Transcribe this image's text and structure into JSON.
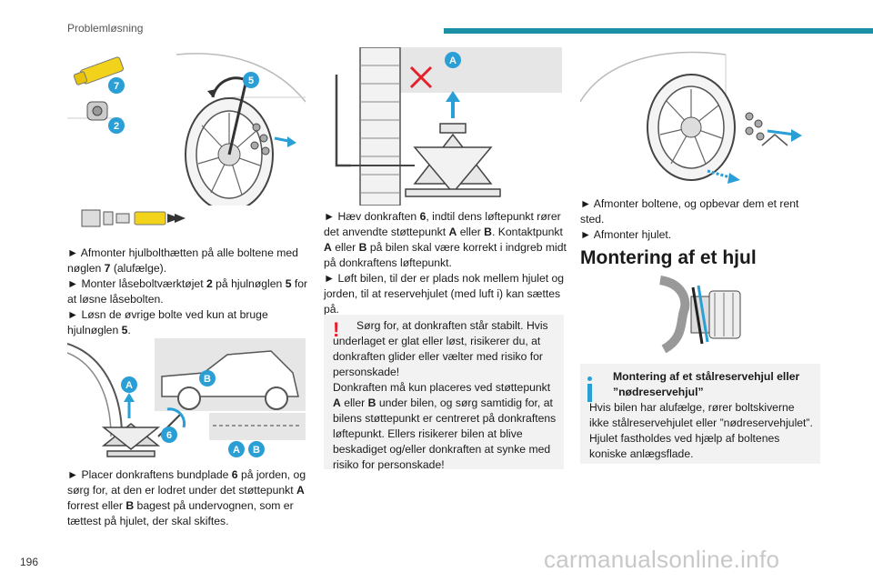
{
  "header": {
    "title": "Problemløsning"
  },
  "page_number": "196",
  "watermark": "carmanualsonline.info",
  "colors": {
    "accent": "#1b8fa3",
    "badge": "#2a9fd6",
    "warning": "#e4202b",
    "info": "#2a9fd6",
    "key_yellow": "#f2d21b"
  },
  "figures": {
    "fig1": {
      "badge_7": "7",
      "badge_5": "5",
      "badge_2": "2"
    },
    "fig2": {
      "badge_a": "A"
    },
    "fig3": {
      "badge_a": "A",
      "badge_b": "B",
      "badge_6": "6",
      "badge_a2": "A",
      "badge_b2": "B"
    }
  },
  "col1": {
    "p1": {
      "arrow": "►",
      "text": " Afmonter hjulbolthætten på alle boltene med nøglen ",
      "b": "7",
      "rest": " (alufælge)."
    },
    "p2": {
      "arrow": "►",
      "text": " Monter låseboltværktøjet ",
      "b1": "2",
      "mid": " på hjulnøglen ",
      "b2": "5",
      "rest": " for at løsne låsebolten."
    },
    "p3": {
      "arrow": "►",
      "text": " Løsn de øvrige bolte ved kun at bruge hjulnøglen ",
      "b": "5",
      "rest": "."
    },
    "p4": {
      "arrow": "►",
      "text": " Placer donkraftens bundplade ",
      "b1": "6",
      "mid": " på jorden, og sørg for, at den er lodret under det støttepunkt ",
      "b2": "A",
      "mid2": " forrest eller ",
      "b3": "B",
      "rest": " bagest på undervognen, som er tættest på hjulet, der skal skiftes."
    }
  },
  "col2": {
    "p1": {
      "arrow": "►",
      "text": " Hæv donkraften ",
      "b1": "6",
      "mid": ", indtil dens løftepunkt rører det anvendte støttepunkt ",
      "b2": "A",
      "mid2": " eller ",
      "b3": "B",
      "mid3": ". Kontaktpunkt ",
      "b4": "A",
      "mid4": " eller ",
      "b5": "B",
      "rest": " på bilen skal være korrekt i indgreb midt på donkraftens løftepunkt."
    },
    "p2": {
      "arrow": "►",
      "text": " Løft bilen, til der er plads nok mellem hjulet og jorden, til at reservehjulet (med luft i) kan sættes på."
    },
    "warning": {
      "mark": "!",
      "line1": "Sørg for, at donkraften står stabilt. Hvis underlaget er glat eller løst, risikerer du, at donkraften glider eller vælter med risiko for personskade!",
      "line2_a": "Donkraften må kun placeres ved støttepunkt ",
      "line2_b1": "A",
      "line2_mid": " eller ",
      "line2_b2": "B",
      "line2_rest": " under bilen, og sørg samtidig for, at bilens støttepunkt er centreret på donkraftens løftepunkt. Ellers risikerer bilen at blive beskadiget og/eller donkraften at synke med risiko for personskade!"
    }
  },
  "col3": {
    "p1": {
      "arrow": "►",
      "text": " Afmonter boltene, og opbevar dem et rent sted."
    },
    "p2": {
      "arrow": "►",
      "text": " Afmonter hjulet."
    },
    "heading": "Montering af et hjul",
    "info": {
      "title": "Montering af et stålreservehjul eller ”nødreservehjul”",
      "body": "Hvis bilen har alufælge, rører boltskiverne ikke stålreservehjulet eller ”nødreservehjulet”. Hjulet fastholdes ved hjælp af boltenes koniske anlægsflade."
    }
  }
}
